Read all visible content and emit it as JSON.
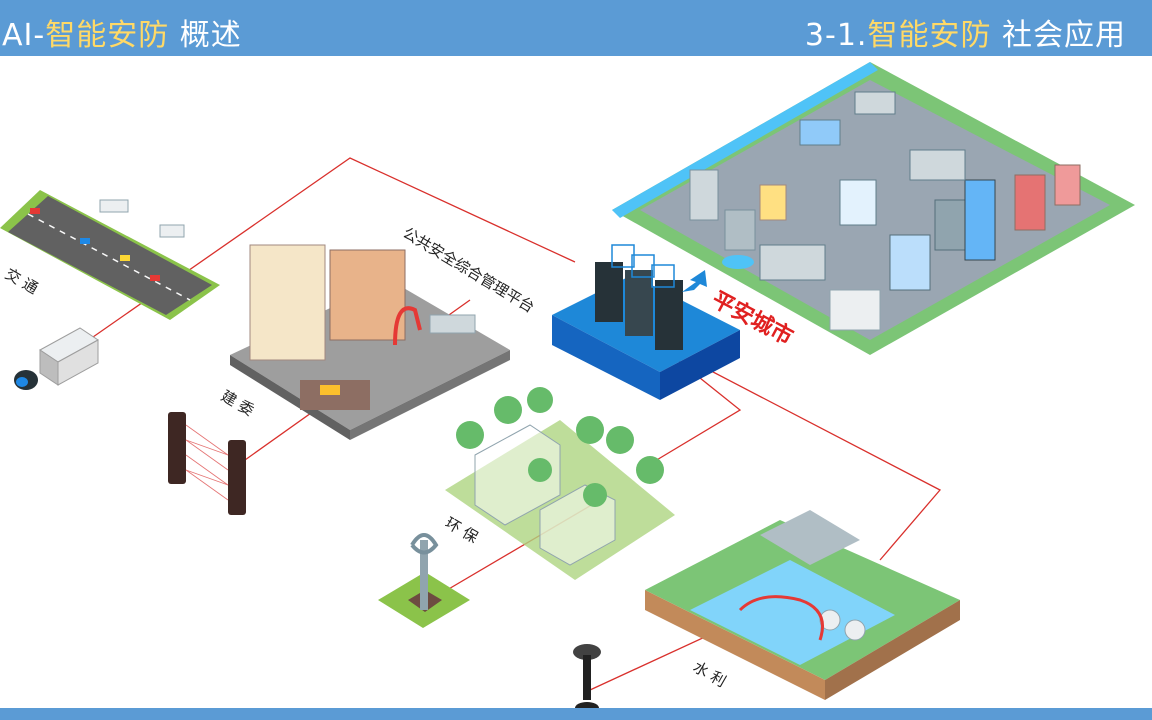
{
  "header": {
    "title_prefix": "AI-",
    "title_highlight": "智能安防",
    "title_suffix": " 概述",
    "section_number": "3-1.",
    "section_highlight": "智能安防",
    "section_suffix": " 社会应用"
  },
  "nodes": {
    "center": "公共安全综合管理平台",
    "city": "平安城市",
    "traffic": "交 通",
    "construction": "建 委",
    "environment": "环 保",
    "water": "水 利"
  },
  "colors": {
    "header_bg": "#5b9bd5",
    "highlight": "#ffd966",
    "link_line": "#d9302c",
    "city_label": "#e02020",
    "platform_blue": "#1e88d8"
  }
}
